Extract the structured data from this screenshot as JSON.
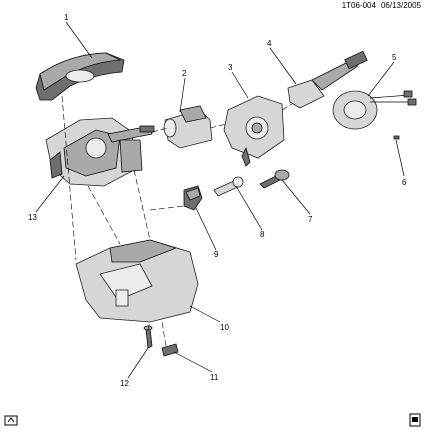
{
  "header": {
    "drawing_id": "1T06-004",
    "date": "06/13/2005"
  },
  "callouts": [
    "1",
    "2",
    "3",
    "4",
    "5",
    "6",
    "7",
    "8",
    "9",
    "10",
    "11",
    "12",
    "13"
  ],
  "icons": {
    "bottom_left": "trim-icon",
    "bottom_right": "document-icon"
  }
}
